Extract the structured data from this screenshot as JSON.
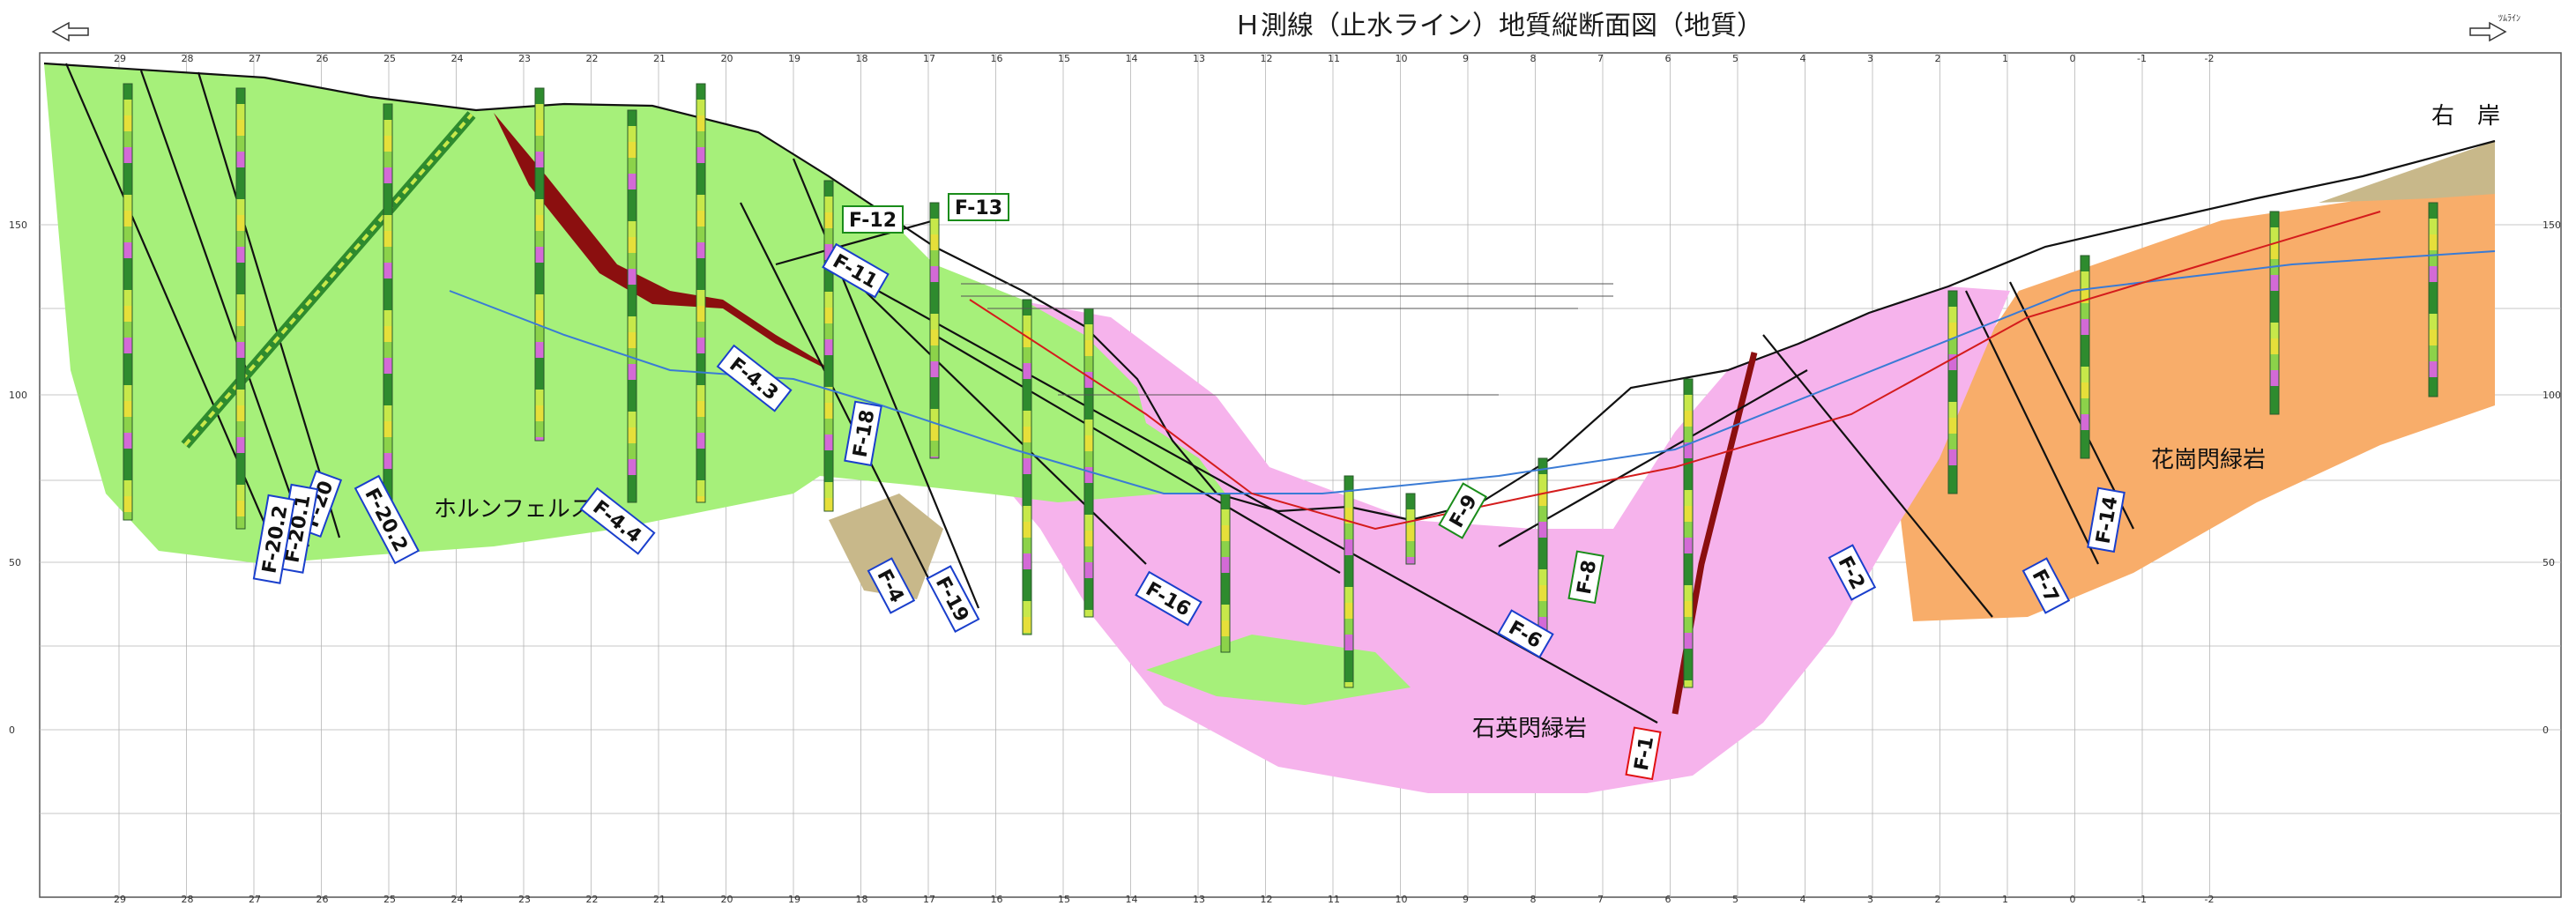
{
  "title": "Ｈ測線（止水ライン）地質縦断面図（地質）",
  "bank_label": "右　岸",
  "top_right_note": "ﾂﾑﾗｲﾝ",
  "rock_units": {
    "hornfels": "ホルンフェルス",
    "quartz_diorite": "石英閃緑岩",
    "granodiorite": "花崗閃緑岩"
  },
  "faults": [
    {
      "id": "f13",
      "label": "F-13",
      "color": "#1a8c1a"
    },
    {
      "id": "f12",
      "label": "F-12",
      "color": "#1a8c1a"
    },
    {
      "id": "f11",
      "label": "F-11",
      "color": "#1a3fcc"
    },
    {
      "id": "f43",
      "label": "F-4.3",
      "color": "#1a3fcc"
    },
    {
      "id": "f18",
      "label": "F-18",
      "color": "#1a3fcc"
    },
    {
      "id": "f20",
      "label": "F-20",
      "color": "#1a3fcc"
    },
    {
      "id": "f201",
      "label": "F-20.1",
      "color": "#1a3fcc"
    },
    {
      "id": "f202a",
      "label": "F-20.2",
      "color": "#1a3fcc"
    },
    {
      "id": "f202b",
      "label": "F-20.2",
      "color": "#1a3fcc"
    },
    {
      "id": "f44",
      "label": "F-4.4",
      "color": "#1a3fcc"
    },
    {
      "id": "f4",
      "label": "F-4",
      "color": "#1a3fcc"
    },
    {
      "id": "f19",
      "label": "F-19",
      "color": "#1a3fcc"
    },
    {
      "id": "f16",
      "label": "F-16",
      "color": "#1a3fcc"
    },
    {
      "id": "f9",
      "label": "F-9",
      "color": "#1a8c1a"
    },
    {
      "id": "f6",
      "label": "F-6",
      "color": "#1a3fcc"
    },
    {
      "id": "f8",
      "label": "F-8",
      "color": "#1a8c1a"
    },
    {
      "id": "f1",
      "label": "F-1",
      "color": "#e01010"
    },
    {
      "id": "f2",
      "label": "F-2",
      "color": "#1a3fcc"
    },
    {
      "id": "f7",
      "label": "F-7",
      "color": "#1a3fcc"
    },
    {
      "id": "f14",
      "label": "F-14",
      "color": "#1a3fcc"
    }
  ],
  "elevation_ticks": [
    "150",
    "100",
    "50",
    "0"
  ],
  "station_ticks": [
    "29",
    "28",
    "27",
    "26",
    "25",
    "24",
    "23",
    "22",
    "21",
    "20",
    "19",
    "18",
    "17",
    "16",
    "15",
    "14",
    "13",
    "12",
    "11",
    "10",
    "9",
    "8",
    "7",
    "6",
    "5",
    "4",
    "3",
    "2",
    "1",
    "0",
    "-1",
    "-2"
  ],
  "colors": {
    "hornfels": "#a6f07a",
    "quartz_diorite": "#f6b3ec",
    "granodiorite": "#f8ad6a",
    "talus": "#c8b88a",
    "fault_red": "#8b0f0f",
    "grid": "#9a9a9a"
  }
}
